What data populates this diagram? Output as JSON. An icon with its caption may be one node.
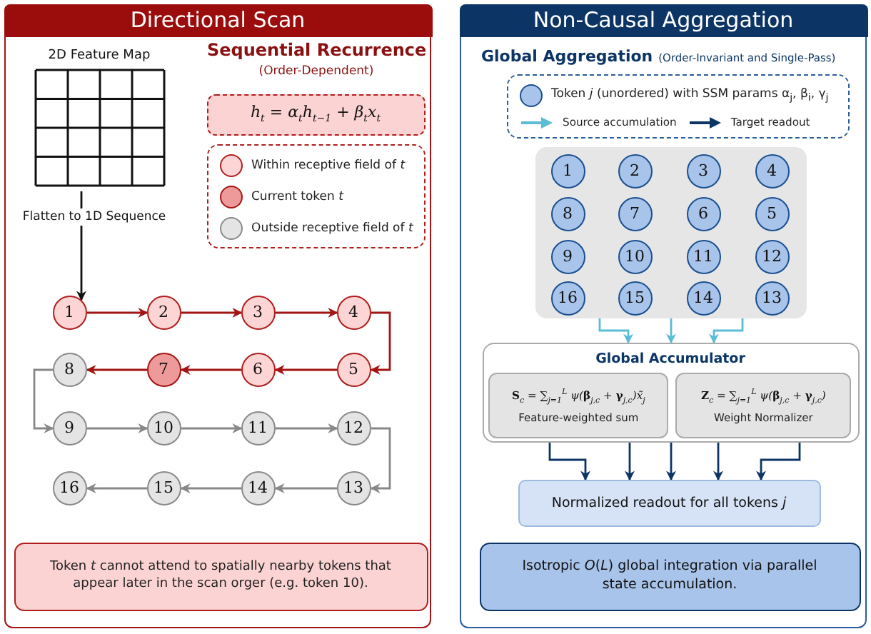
{
  "diagram": {
    "nodes": [
      {
        "text": [
          "Directional Scan"
        ]
      },
      {
        "text": [
          "2D Feature Map"
        ],
        "in": 0
      },
      {
        "text": [
          "h$_{t}$ = α$_{t}$h$_{t−1}$ + β$_{t}$x$_{t}$"
        ],
        "in": 0
      },
      {
        "text": [
          "1"
        ],
        "in": 0
      },
      {
        "text": [
          "2"
        ],
        "in": 0
      },
      {
        "text": [
          "3"
        ],
        "in": 0
      },
      {
        "text": [
          "4"
        ],
        "in": 0
      },
      {
        "text": [
          "5"
        ],
        "in": 0
      },
      {
        "text": [
          "6"
        ],
        "in": 0
      },
      {
        "text": [
          "7"
        ],
        "in": 0
      },
      {
        "text": [
          "8"
        ],
        "in": 0
      },
      {
        "text": [
          "9"
        ],
        "in": 0
      },
      {
        "text": [
          "10"
        ],
        "in": 0
      },
      {
        "text": [
          "11"
        ],
        "in": 0
      },
      {
        "text": [
          "12"
        ],
        "in": 0
      },
      {
        "text": [
          "13"
        ],
        "in": 0
      },
      {
        "text": [
          "14"
        ],
        "in": 0
      },
      {
        "text": [
          "15"
        ],
        "in": 0
      },
      {
        "text": [
          "16"
        ],
        "in": 0
      },
      {
        "text": [
          "Token *t* cannot attend to spatially nearby tokens that appear later in the scan orger (e.g. token 10)."
        ],
        "in": 0
      },
      {
        "text": [
          "Non-Causal Aggregation"
        ]
      },
      {
        "text": [],
        "shape": "box",
        "in": 20
      },
      {
        "text": [
          "1"
        ],
        "in": 21
      },
      {
        "text": [
          "2"
        ],
        "in": 21
      },
      {
        "text": [
          "3"
        ],
        "in": 21
      },
      {
        "text": [
          "4"
        ],
        "in": 21
      },
      {
        "text": [
          "8"
        ],
        "in": 21
      },
      {
        "text": [
          "7"
        ],
        "in": 21
      },
      {
        "text": [
          "6"
        ],
        "in": 21
      },
      {
        "text": [
          "5"
        ],
        "in": 21
      },
      {
        "text": [
          "9"
        ],
        "in": 21
      },
      {
        "text": [
          "10"
        ],
        "in": 21
      },
      {
        "text": [
          "11"
        ],
        "in": 21
      },
      {
        "text": [
          "12"
        ],
        "in": 21
      },
      {
        "text": [
          "16"
        ],
        "in": 21
      },
      {
        "text": [
          "15"
        ],
        "in": 21
      },
      {
        "text": [
          "14"
        ],
        "in": 21
      },
      {
        "text": [
          "13"
        ],
        "in": 21
      },
      {
        "text": [
          "Global Accumulator"
        ],
        "in": 20
      },
      {
        "text": [
          "**S**$_{c}$ = ∑$_{j=1}$$^{L}$ ψ(**β**$_{j,c}$ + **γ**$_{j,c}$)x̃$_{j}$",
          "Feature-weighted sum"
        ],
        "in": 38
      },
      {
        "text": [
          "**Z**$_{c}$ = ∑$_{j=1}$$^{L}$ ψ(**β**$_{j,c}$ + **γ**$_{j,c}$)",
          "Weight Normalizer"
        ],
        "in": 38
      },
      {
        "text": [
          "Normalized readout for all tokens *j*"
        ],
        "in": 20
      },
      {
        "text": [
          "Isotropic *O*(*L*) global integration via parallel state accumulation."
        ],
        "in": 20
      }
    ],
    "edges": [
      {
        "from": 1,
        "to": 3,
        "arrow": "to",
        "label": "Flatten to 1D Sequence",
        "color": "#111111"
      },
      {
        "from": 3,
        "to": 4,
        "arrow": "to",
        "color": "#a31515"
      },
      {
        "from": 4,
        "to": 5,
        "arrow": "to",
        "color": "#a31515"
      },
      {
        "from": 5,
        "to": 6,
        "arrow": "to",
        "color": "#a31515"
      },
      {
        "from": 6,
        "to": 7,
        "arrow": "to",
        "color": "#a31515"
      },
      {
        "from": 7,
        "to": 8,
        "arrow": "to",
        "color": "#a31515"
      },
      {
        "from": 8,
        "to": 9,
        "arrow": "to",
        "color": "#a31515"
      },
      {
        "from": 9,
        "to": 10,
        "arrow": "to",
        "color": "#a31515"
      },
      {
        "from": 10,
        "to": 11,
        "arrow": "to"
      },
      {
        "from": 11,
        "to": 12,
        "arrow": "to"
      },
      {
        "from": 12,
        "to": 13,
        "arrow": "to"
      },
      {
        "from": 13,
        "to": 14,
        "arrow": "to"
      },
      {
        "from": 14,
        "to": 15,
        "arrow": "to"
      },
      {
        "from": 15,
        "to": 16,
        "arrow": "to"
      },
      {
        "from": 16,
        "to": 17,
        "arrow": "to"
      },
      {
        "from": 17,
        "to": 18,
        "arrow": "to"
      },
      {
        "from": 21,
        "to": 38,
        "arrow": "to",
        "color": "#5bbcd6"
      },
      {
        "from": 21,
        "to": 38,
        "arrow": "to",
        "color": "#5bbcd6"
      },
      {
        "from": 21,
        "to": 38,
        "arrow": "to",
        "color": "#5bbcd6"
      },
      {
        "from": 39,
        "to": 41,
        "arrow": "to",
        "color": "#0c3566"
      },
      {
        "from": 38,
        "to": 41,
        "arrow": "to",
        "color": "#0c3566"
      },
      {
        "from": 38,
        "to": 41,
        "arrow": "to",
        "color": "#0c3566"
      },
      {
        "from": 38,
        "to": 41,
        "arrow": "to",
        "color": "#0c3566"
      },
      {
        "from": 40,
        "to": 41,
        "arrow": "to",
        "color": "#0c3566"
      }
    ],
    "labels": [
      "Sequential Recurrence",
      "(Order-Dependent)",
      "Global Aggregation",
      "(Order-Invariant and Single-Pass)"
    ],
    "legend": [
      {
        "text": "Within receptive field of *t*",
        "color": "#fdd5d5"
      },
      {
        "text": "Current token *t*",
        "color": "#ef9a9a"
      },
      {
        "text": "Outside receptive field of *t*",
        "color": "#e4e4e4"
      },
      {
        "text": "Token *j* (unordered) with SSM params α$_{j}$, β$_{i}$, γ$_{j}$",
        "color": "#a9c4ea"
      },
      {
        "text": "Source accumulation"
      },
      {
        "text": "Target readout"
      }
    ]
  }
}
